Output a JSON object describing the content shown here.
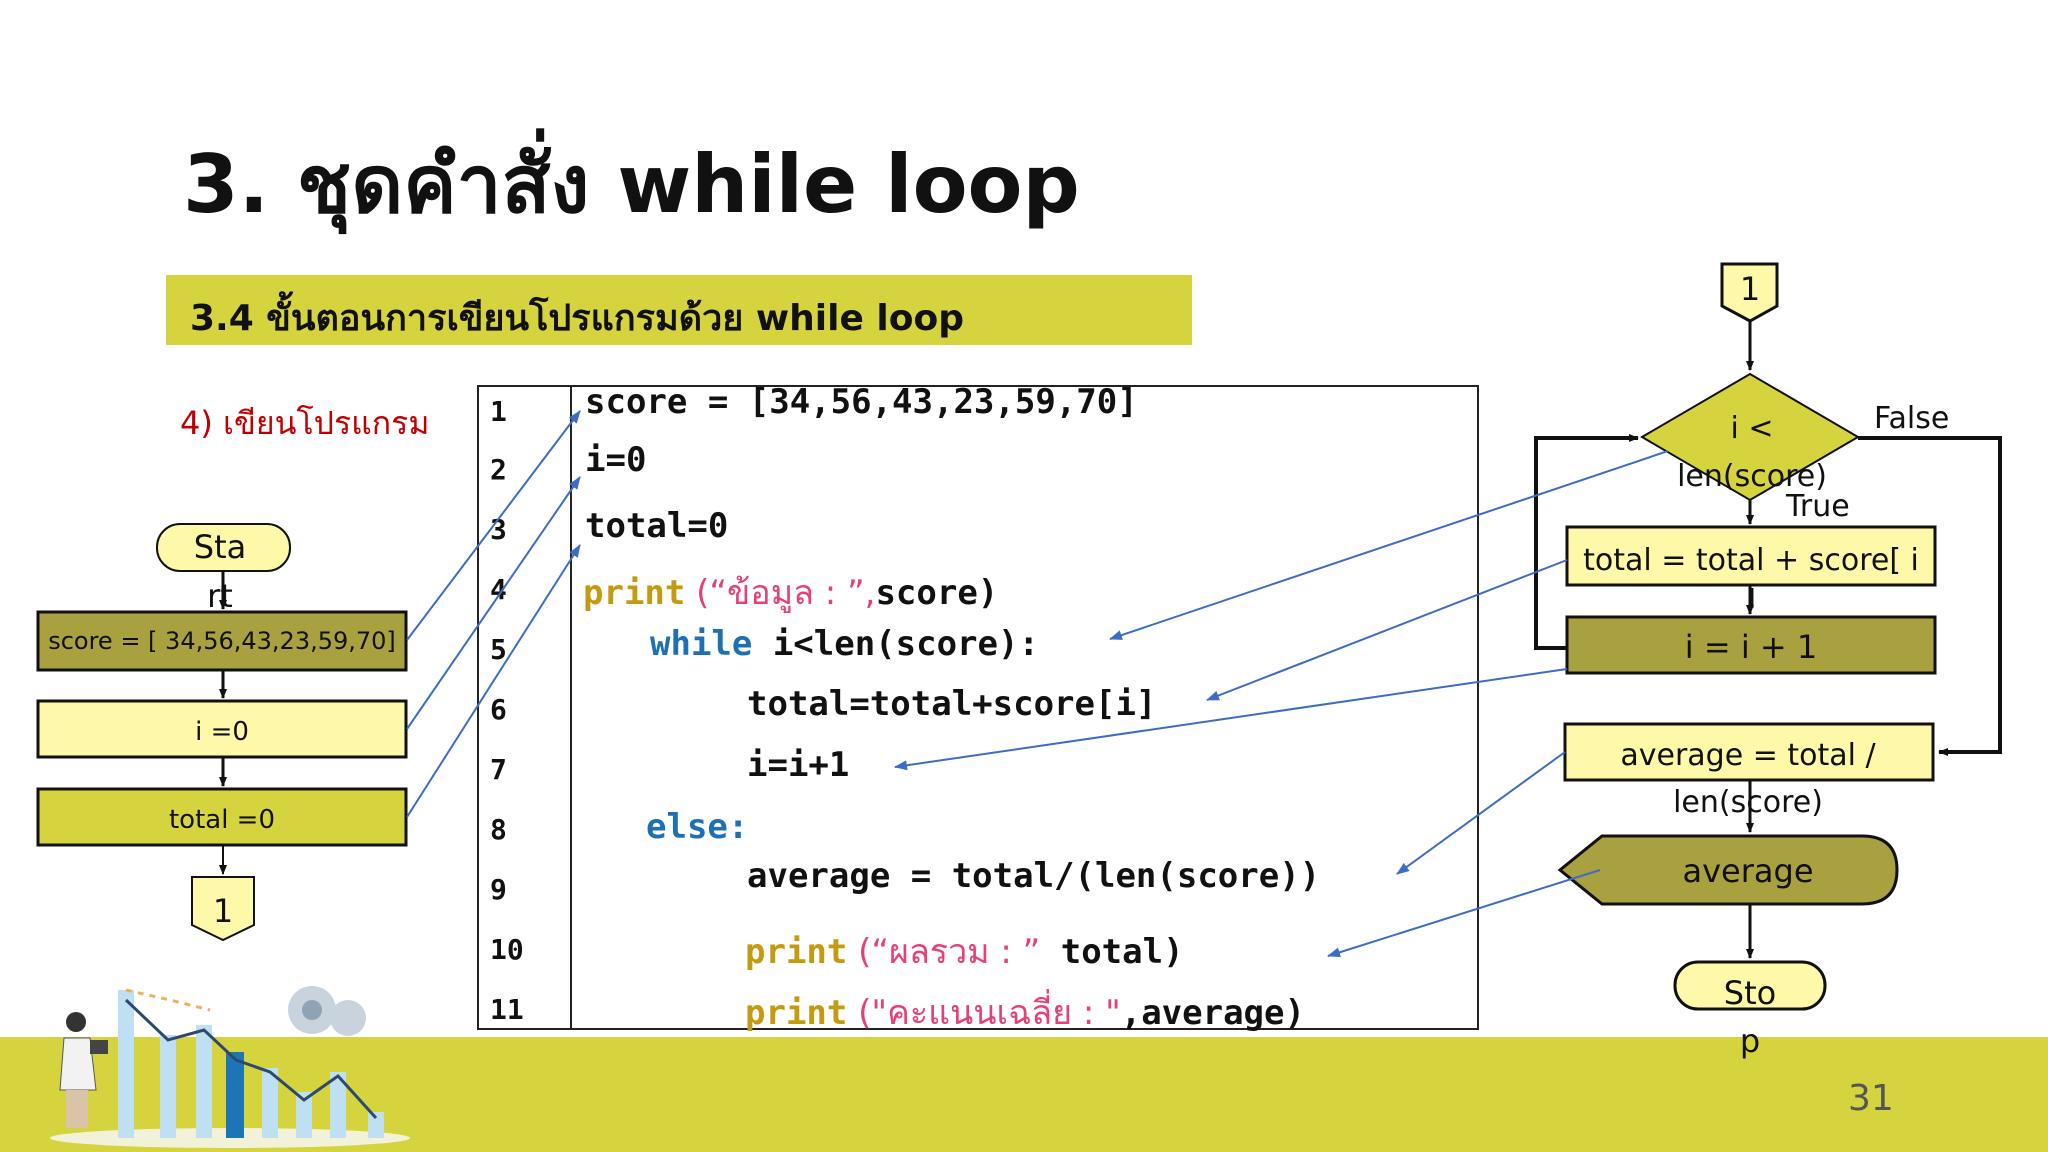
{
  "title": "3. ชุดคำสั่ง while loop",
  "subtitle": "3.4 ขั้นตอนการเขียนโปรแกรมด้วย while loop",
  "step_label": "4) เขียนโปรแกรม",
  "page_number": "31",
  "code": {
    "line_numbers": [
      "1",
      "2",
      "3",
      "4",
      "5",
      "6",
      "7",
      "8",
      "9",
      "10",
      "11"
    ],
    "lines": {
      "l1": "score = [34,56,43,23,59,70]",
      "l2": "i=0",
      "l3": "total=0",
      "l4_kw": "print",
      "l4_str": " (“ข้อมูล : ”,",
      "l4_rest": "score)",
      "l5_kw": "while",
      "l5_rest": " i<len(score):",
      "l6": "total=total+score[i]",
      "l7": "i=i+1",
      "l8_kw": "else:",
      "l9": "average = total/(len(score))",
      "l10_kw": "print",
      "l10_str": " (“ผลรวม : ”",
      "l10_rest": " total)",
      "l11_kw": "print",
      "l11_str": " (\"คะแนนเฉลี่ย : \"",
      "l11_rest": ",average)"
    }
  },
  "left_flow": {
    "start_line1": "Sta",
    "start_line2": "rt",
    "box_score": "score = [ 34,56,43,23,59,70]",
    "box_i": "i =0",
    "box_total": "total =0",
    "connector": "1"
  },
  "right_flow": {
    "connector": "1",
    "decision_line1": "i <",
    "decision_line2": "len(score)",
    "false_label": "False",
    "true_label": "True",
    "box_total_line1": "total = total + score[ i",
    "box_total_line2": "]",
    "box_inc": "i = i + 1",
    "box_avg_line1": "average = total /",
    "box_avg_line2": "len(score)",
    "output": "average",
    "stop_line1": "Sto",
    "stop_line2": "p"
  },
  "colors": {
    "accent_yellow": "#d6d43e",
    "light_yellow": "#fdf9a8",
    "olive": "#a9a13f",
    "arrow_blue": "#3d6cc4",
    "step_red": "#c00000"
  }
}
